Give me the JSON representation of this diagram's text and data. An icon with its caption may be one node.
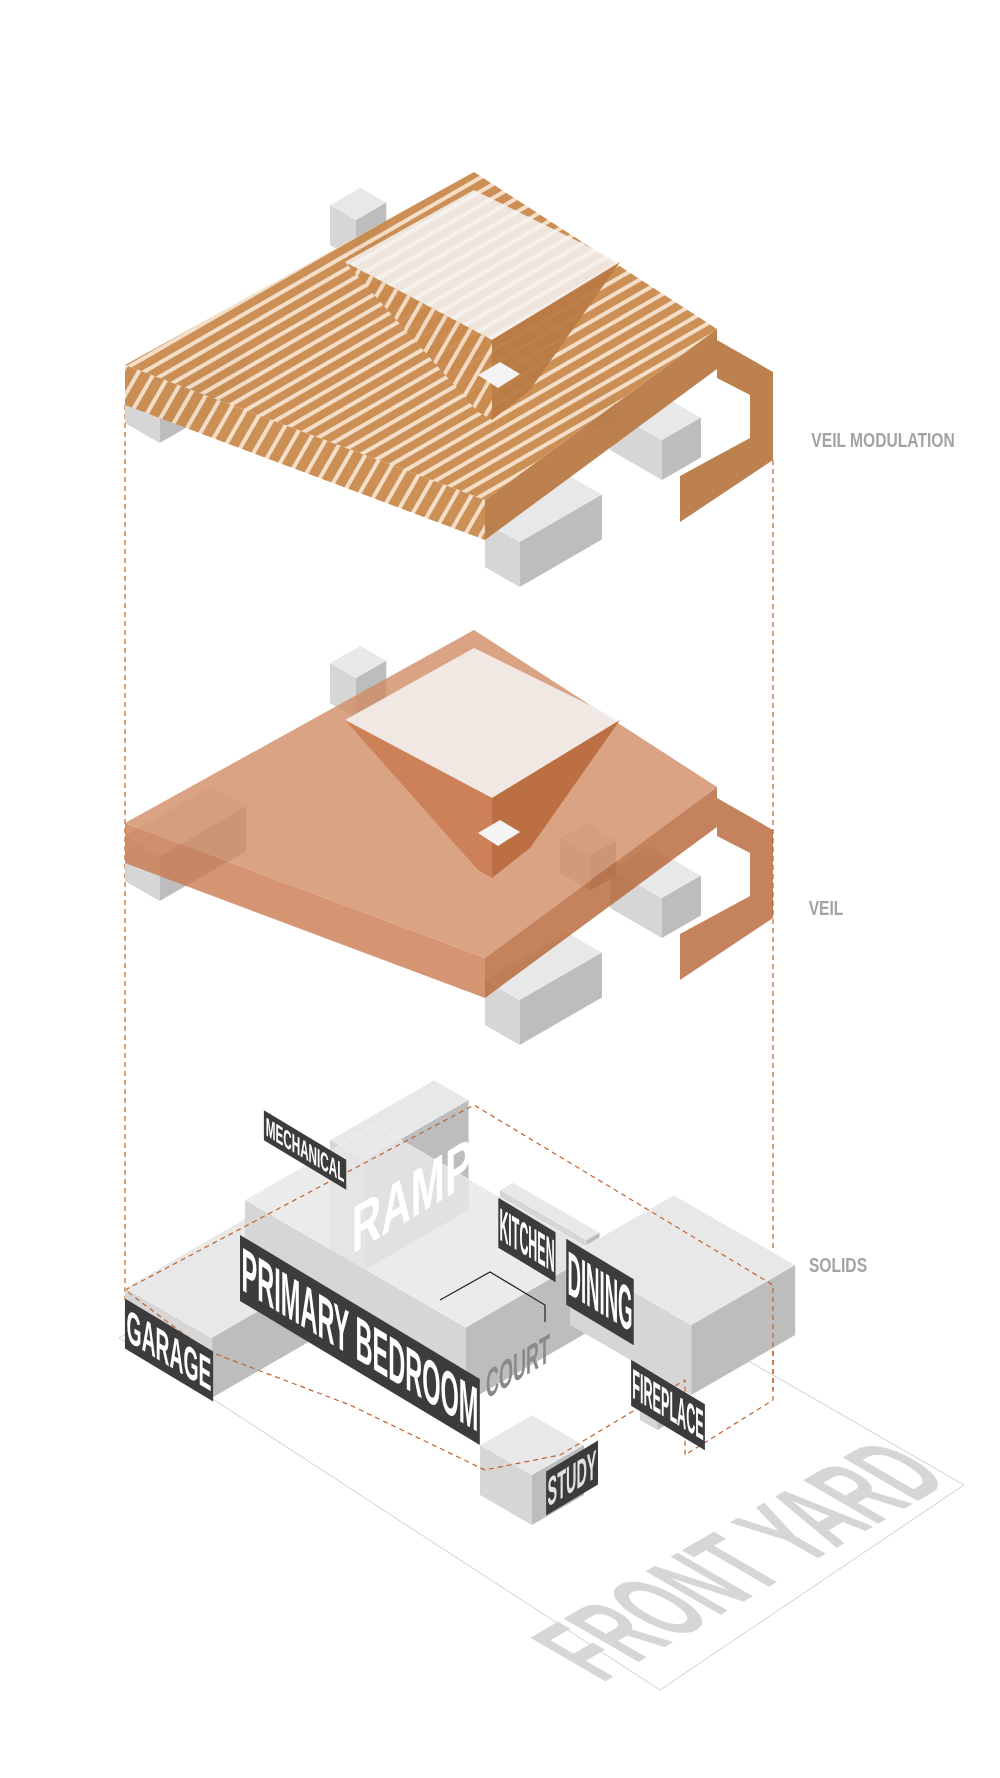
{
  "diagram": {
    "labels": [
      "VEIL MODULATION",
      "VEIL",
      "MECHANICAL",
      "RAMP",
      "KITCHEN",
      "SOLIDS",
      "PRIMARY BEDROOM",
      "DINING",
      "GARAGE",
      "COURT",
      "FIREPLACE",
      "STUDY",
      "FRONT YARD"
    ]
  }
}
